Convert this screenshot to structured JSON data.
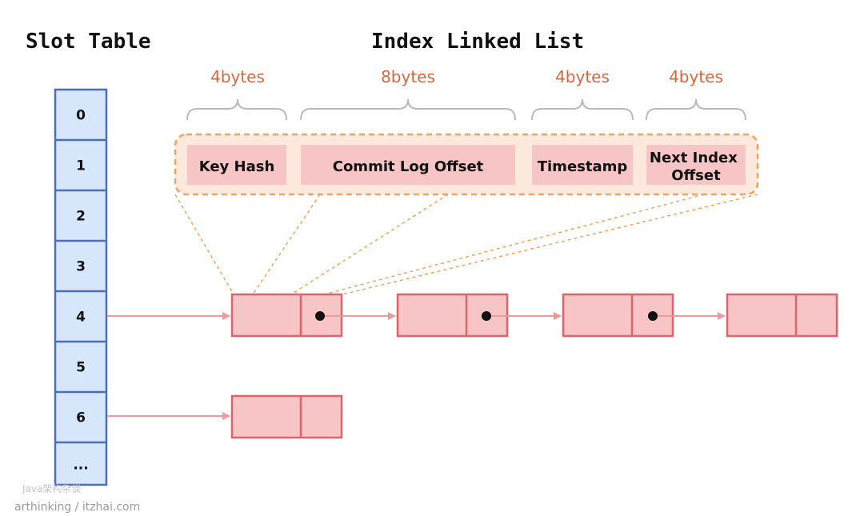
{
  "titles": {
    "slot_table": "Slot Table",
    "index_linked_list": "Index Linked List"
  },
  "byte_labels": [
    "4bytes",
    "8bytes",
    "4bytes",
    "4bytes"
  ],
  "fields": [
    "Key Hash",
    "Commit Log Offset",
    "Timestamp",
    "Next Index Offset"
  ],
  "slots": [
    "0",
    "1",
    "2",
    "3",
    "4",
    "5",
    "6",
    "..."
  ],
  "watermark": {
    "line1": "Java架构杂谈",
    "line2": "arthinking / itzhai.com"
  },
  "colors": {
    "slot_fill": "#d6e6fb",
    "slot_border": "#4a6fb5",
    "node_fill": "#f7c5c5",
    "node_border": "#e0636a",
    "arrow": "#ef9a9a",
    "accent": "#d7673f",
    "dashed": "#f4a259",
    "brace": "#b9b9b9"
  }
}
